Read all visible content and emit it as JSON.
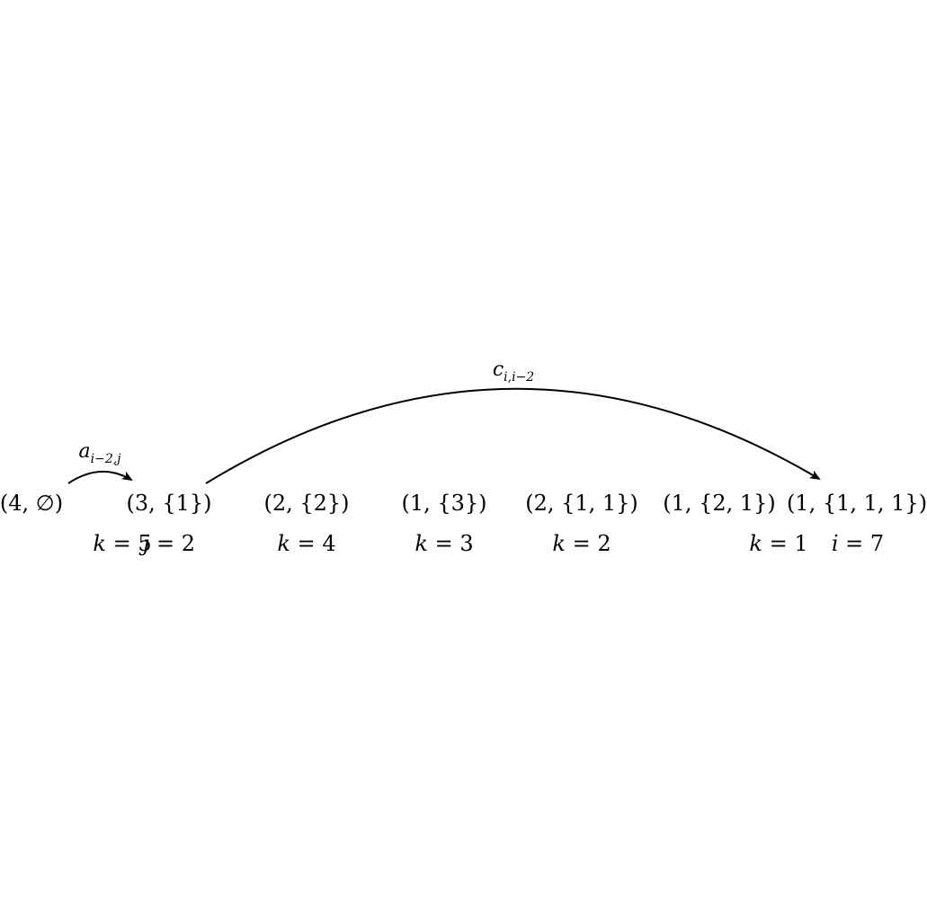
{
  "nodes": [
    {
      "label": "(4, ∅)"
    },
    {
      "label": "(3, {1})"
    },
    {
      "label": "(2, {2})"
    },
    {
      "label": "(1, {3})"
    },
    {
      "label": "(2, {1, 1})"
    },
    {
      "label": "(1, {2, 1})"
    },
    {
      "label": "(1, {1, 1, 1})"
    }
  ],
  "annotations": {
    "k5": {
      "var": "k",
      "value": "5"
    },
    "j2": {
      "var": "j",
      "value": "2"
    },
    "k4": {
      "var": "k",
      "value": "4"
    },
    "k3": {
      "var": "k",
      "value": "3"
    },
    "k2": {
      "var": "k",
      "value": "2"
    },
    "k1": {
      "var": "k",
      "value": "1"
    },
    "i7": {
      "var": "i",
      "value": "7"
    }
  },
  "arrows": {
    "short": {
      "base": "a",
      "subscript": "i−2,j"
    },
    "long": {
      "base": "c",
      "subscript": "i,i−2"
    }
  }
}
